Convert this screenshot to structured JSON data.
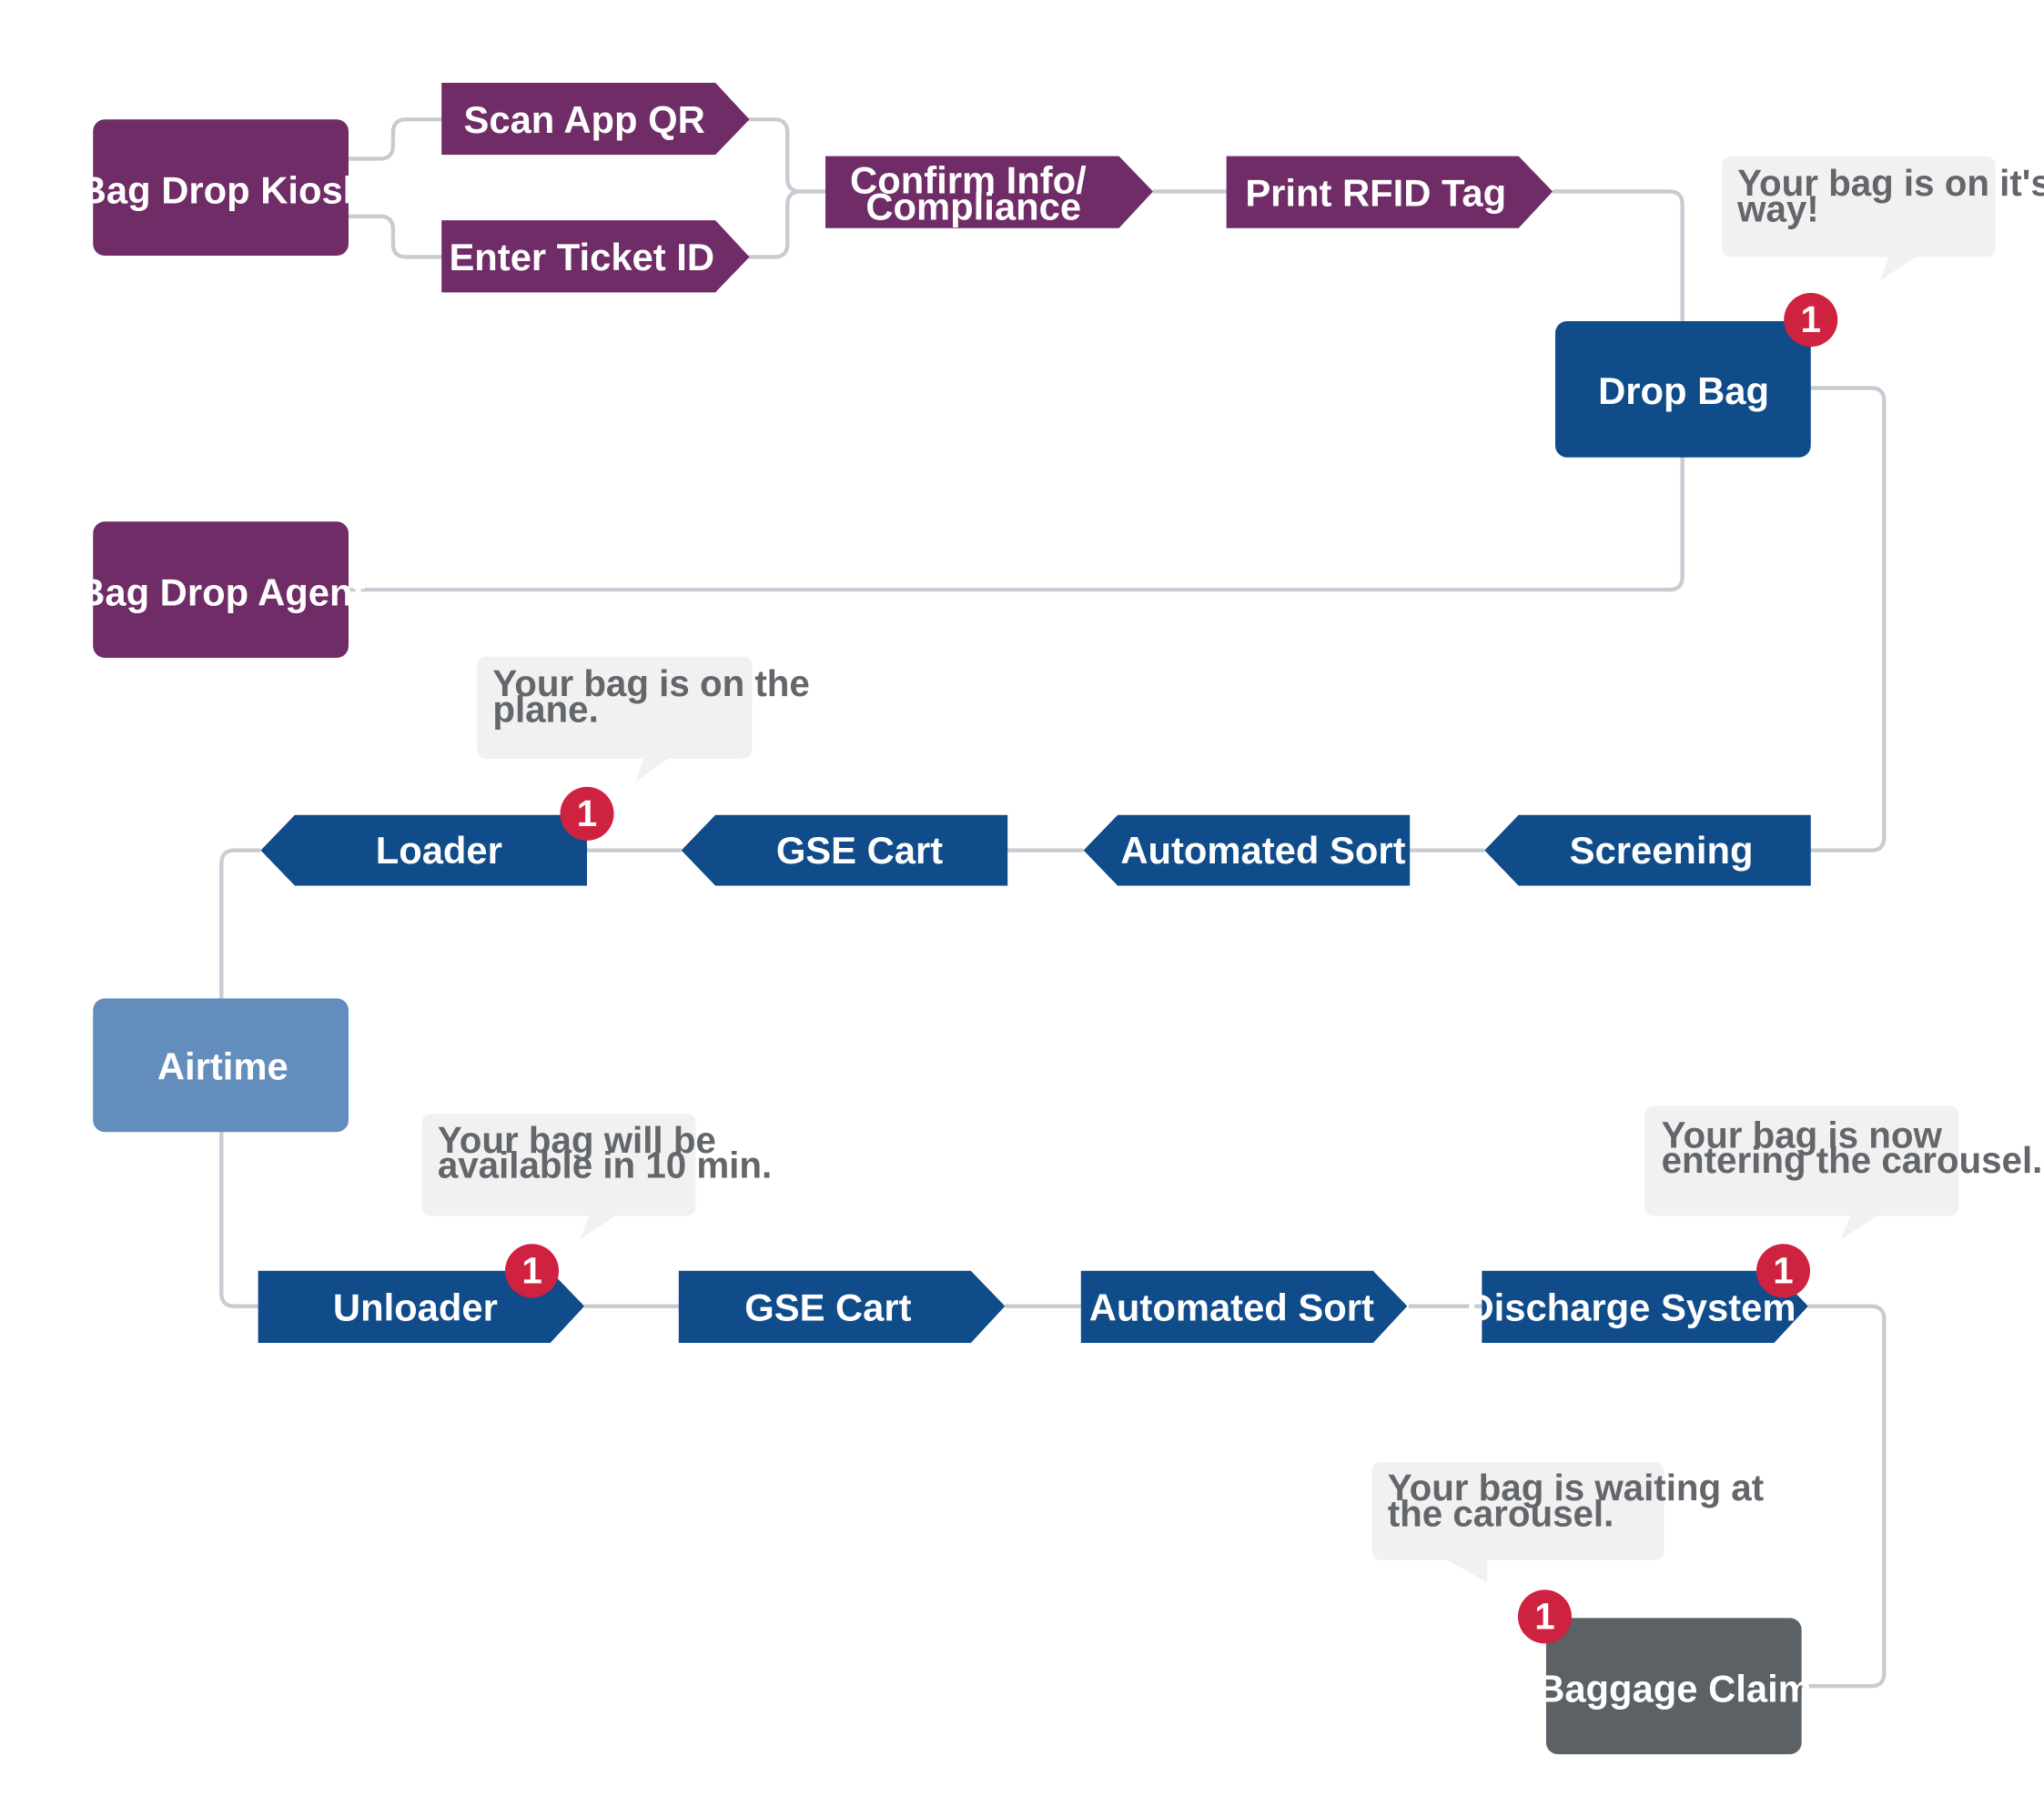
{
  "colors": {
    "purple": "#6f2c66",
    "navy": "#104c8a",
    "light_blue": "#638dbd",
    "gray": "#5c6166",
    "bubble": "#f1f1f1",
    "bubble_text": "#63666a",
    "badge": "#cf2140",
    "connector": "#c6ccd2"
  },
  "nodes": {
    "bag_drop_kiosk": "Bag Drop Kiosk",
    "scan_app_qr": "Scan App QR",
    "enter_ticket_id": "Enter Ticket ID",
    "confirm_info": [
      "Confirm Info/",
      "Compliance"
    ],
    "print_rfid_tag": "Print RFID Tag",
    "drop_bag": "Drop Bag",
    "bag_drop_agent": "Bag Drop Agent",
    "screening": "Screening",
    "automated_sort_top": "Automated Sort",
    "gse_cart_top": "GSE Cart",
    "loader": "Loader",
    "airtime": "Airtime",
    "unloader": "Unloader",
    "gse_cart_bottom": "GSE Cart",
    "automated_sort_bottom": "Automated Sort",
    "discharge_system": "Discharge System",
    "baggage_claim": "Baggage Claim"
  },
  "notifications": {
    "drop_bag": {
      "badge": "1",
      "message": [
        "Your bag is on it's",
        "way!"
      ]
    },
    "loader": {
      "badge": "1",
      "message": [
        "Your bag is on the",
        "plane."
      ]
    },
    "unloader": {
      "badge": "1",
      "message": [
        "Your bag will be",
        "available in 10 min."
      ]
    },
    "discharge_system": {
      "badge": "1",
      "message": [
        "Your bag is now",
        "entering the carousel."
      ]
    },
    "baggage_claim": {
      "badge": "1",
      "message": [
        "Your bag is waiting at",
        "the carousel."
      ]
    }
  }
}
